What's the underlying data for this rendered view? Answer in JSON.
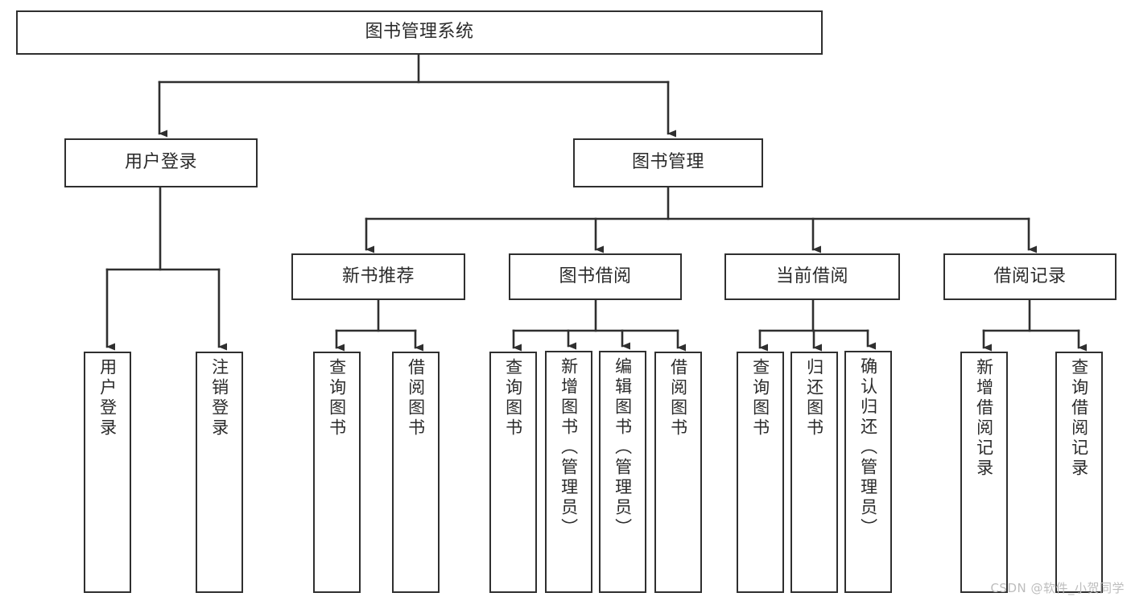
{
  "diagram": {
    "type": "tree-hierarchy",
    "title": "图书管理系统",
    "colors": {
      "background": "#ffffff",
      "box_stroke": "#2f2f2f",
      "box_fill": "#ffffff",
      "connector": "#2f2f2f",
      "text": "#2b2b2b",
      "watermark": "#bdbdbd"
    },
    "root": {
      "label": "图书管理系统"
    },
    "level2": [
      {
        "id": "user-login",
        "label": "用户登录"
      },
      {
        "id": "book-management",
        "label": "图书管理"
      }
    ],
    "level3": [
      {
        "id": "new-book-recommend",
        "label": "新书推荐",
        "parent": "book-management"
      },
      {
        "id": "book-borrow",
        "label": "图书借阅",
        "parent": "book-management"
      },
      {
        "id": "current-borrow",
        "label": "当前借阅",
        "parent": "book-management"
      },
      {
        "id": "borrow-record",
        "label": "借阅记录",
        "parent": "book-management"
      }
    ],
    "leaves": {
      "user-login": [
        {
          "id": "leaf-user-login",
          "label": "用户登录"
        },
        {
          "id": "leaf-logout",
          "label": "注销登录"
        }
      ],
      "new-book-recommend": [
        {
          "id": "leaf-query-book-1",
          "label": "查询图书"
        },
        {
          "id": "leaf-borrow-book-1",
          "label": "借阅图书"
        }
      ],
      "book-borrow": [
        {
          "id": "leaf-query-book-2",
          "label": "查询图书"
        },
        {
          "id": "leaf-add-book",
          "label": "新增图书（管理员）"
        },
        {
          "id": "leaf-edit-book",
          "label": "编辑图书（管理员）"
        },
        {
          "id": "leaf-borrow-book-2",
          "label": "借阅图书"
        }
      ],
      "current-borrow": [
        {
          "id": "leaf-query-book-3",
          "label": "查询图书"
        },
        {
          "id": "leaf-return-book",
          "label": "归还图书"
        },
        {
          "id": "leaf-confirm-return",
          "label": "确认归还（管理员）"
        }
      ],
      "borrow-record": [
        {
          "id": "leaf-add-record",
          "label": "新增借阅记录"
        },
        {
          "id": "leaf-query-record",
          "label": "查询借阅记录"
        }
      ]
    },
    "watermark": "CSDN @软件_小贺同学"
  }
}
